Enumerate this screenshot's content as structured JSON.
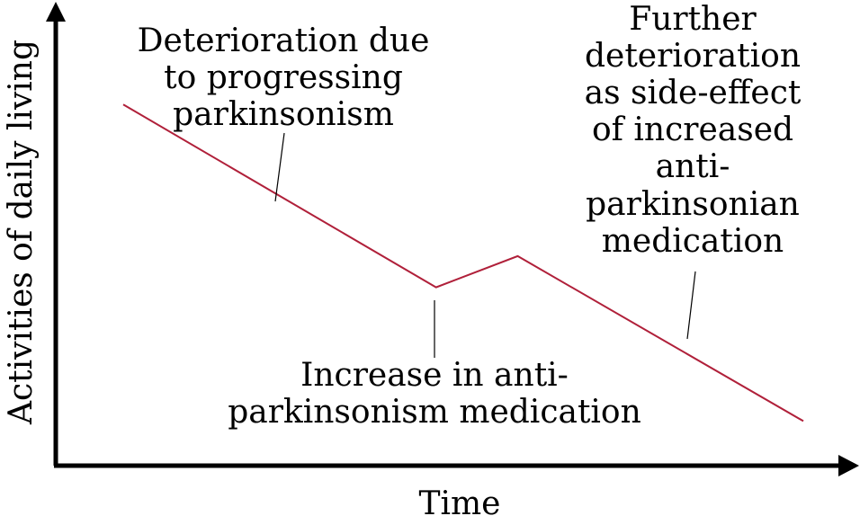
{
  "chart_data": {
    "type": "line",
    "xlabel": "Time",
    "ylabel": "Activities of daily living",
    "series": [
      {
        "color": "#b0203a",
        "points": [
          {
            "x": 0.0,
            "y": 0.81
          },
          {
            "x": 0.46,
            "y": 0.4
          },
          {
            "x": 0.58,
            "y": 0.47
          },
          {
            "x": 1.0,
            "y": 0.1
          }
        ]
      }
    ],
    "annotations": [
      {
        "id": "deterioration",
        "lines": [
          "Deterioration due",
          "to progressing",
          "parkinsonism"
        ]
      },
      {
        "id": "increase",
        "lines": [
          "Increase in anti-",
          "parkinsonism medication"
        ]
      },
      {
        "id": "further",
        "lines": [
          "Further",
          "deterioration",
          "as side-effect",
          "of increased",
          "anti-",
          "parkinsonian",
          "medication"
        ]
      }
    ],
    "grid": false,
    "legend": "none"
  }
}
